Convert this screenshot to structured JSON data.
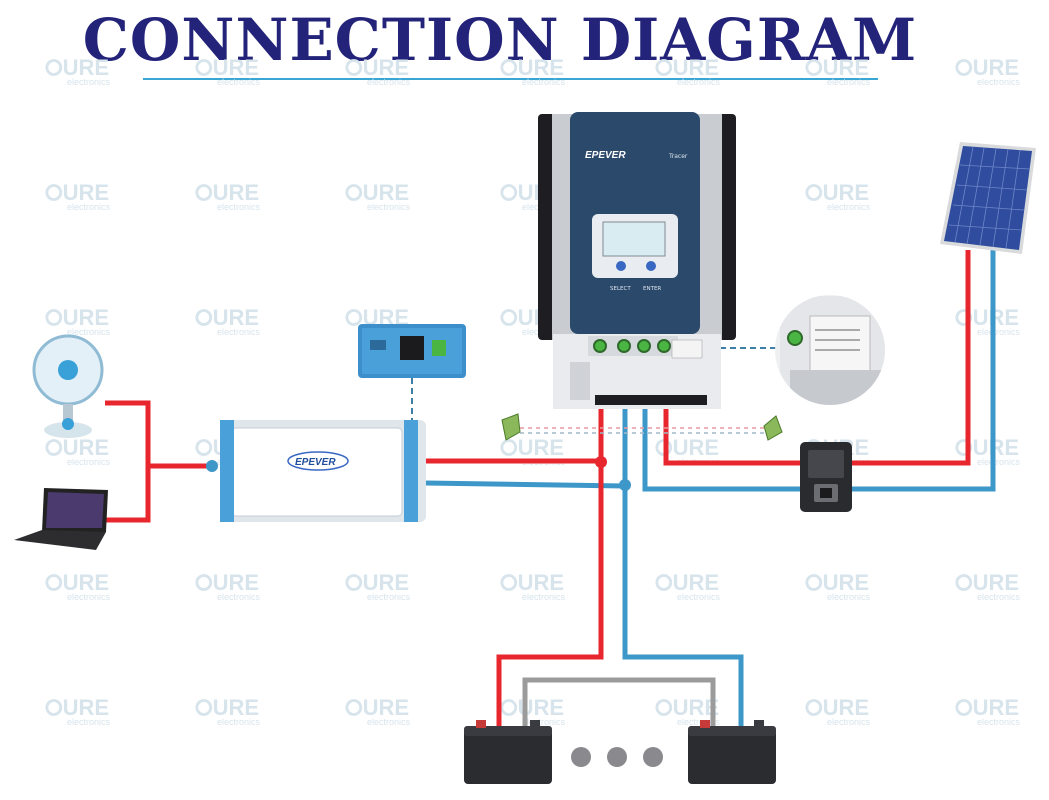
{
  "header": {
    "title": "CONNECTION DIAGRAM"
  },
  "watermark": {
    "brand": "URE",
    "sub": "electronics"
  },
  "controller": {
    "brand": "EPEVER",
    "model": "Tracer",
    "btn_select": "SELECT",
    "btn_enter": "ENTER"
  },
  "inverter": {
    "brand": "EPEVER"
  },
  "colors": {
    "positive": "#e8262d",
    "negative": "#3e97c9",
    "series_link": "#9b9b9b",
    "title": "#24237a",
    "title_rule": "#3aa6d4"
  }
}
